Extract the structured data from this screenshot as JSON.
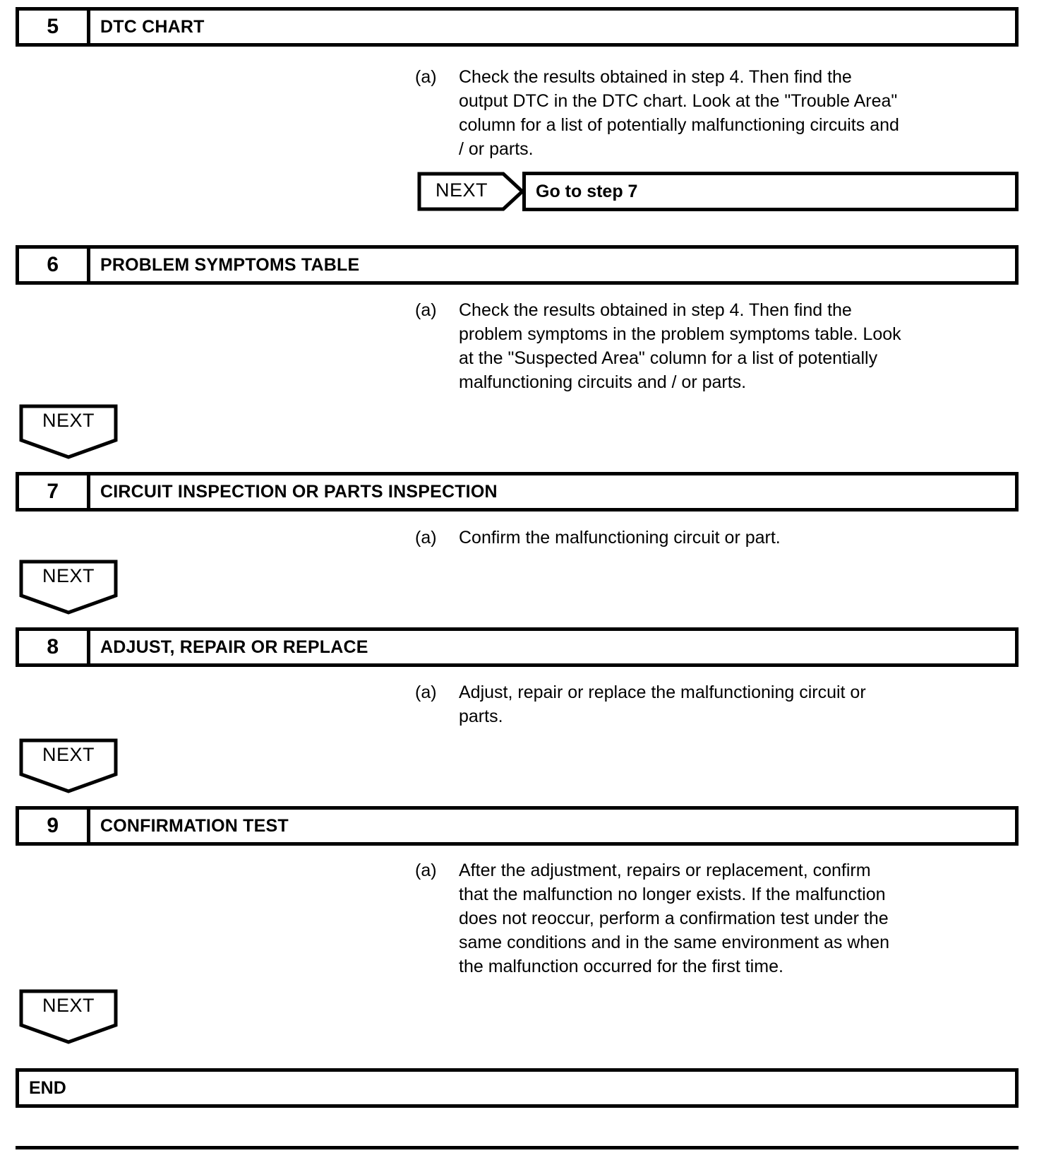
{
  "document": {
    "type": "troubleshooting-flowchart",
    "marker_label": "(a)",
    "next_label": "NEXT"
  },
  "steps": [
    {
      "number": "5",
      "title": "DTC CHART",
      "marker": "(a)",
      "body": "Check the results obtained in step 4. Then find the\noutput DTC in the DTC chart. Look at the \"Trouble Area\"\ncolumn for a list of potentially malfunctioning circuits and\n/ or parts.",
      "connector": {
        "type": "next-right",
        "label": "NEXT",
        "target": "Go to step 7"
      }
    },
    {
      "number": "6",
      "title": "PROBLEM SYMPTOMS TABLE",
      "marker": "(a)",
      "body": "Check the results obtained in step 4. Then find the\nproblem symptoms in the problem symptoms table. Look\nat the \"Suspected Area\" column for a list of potentially\nmalfunctioning circuits and / or parts.",
      "connector": {
        "type": "next-down",
        "label": "NEXT"
      }
    },
    {
      "number": "7",
      "title": "CIRCUIT INSPECTION OR PARTS INSPECTION",
      "marker": "(a)",
      "body": "Confirm the malfunctioning circuit or part.",
      "connector": {
        "type": "next-down",
        "label": "NEXT"
      }
    },
    {
      "number": "8",
      "title": "ADJUST, REPAIR OR REPLACE",
      "marker": "(a)",
      "body": "Adjust, repair or replace the malfunctioning circuit or\nparts.",
      "connector": {
        "type": "next-down",
        "label": "NEXT"
      }
    },
    {
      "number": "9",
      "title": "CONFIRMATION TEST",
      "marker": "(a)",
      "body": "After the adjustment, repairs or replacement, confirm\nthat the malfunction no longer exists. If the malfunction\ndoes not reoccur, perform a confirmation test under the\nsame conditions and in the same environment as when\nthe malfunction occurred for the first time.",
      "connector": {
        "type": "next-down",
        "label": "NEXT"
      }
    }
  ],
  "end": {
    "label": "END"
  },
  "colors": {
    "ink": "#000000",
    "paper": "#ffffff"
  }
}
